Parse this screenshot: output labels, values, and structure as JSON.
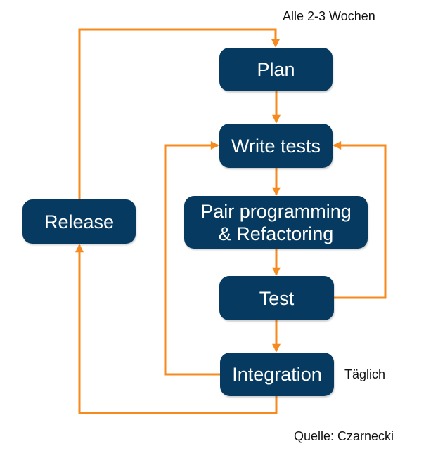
{
  "diagram": {
    "nodes": {
      "plan": {
        "label": "Plan"
      },
      "write_tests": {
        "label": "Write tests"
      },
      "pair_programming": {
        "line1": "Pair programming",
        "line2": "& Refactoring"
      },
      "test": {
        "label": "Test"
      },
      "integration": {
        "label": "Integration"
      },
      "release": {
        "label": "Release"
      }
    },
    "notes": {
      "cycle": "Alle 2-3 Wochen",
      "daily": "Täglich",
      "source": "Quelle: Czarnecki"
    },
    "edges": [
      {
        "from": "release",
        "to": "plan",
        "note": "Alle 2-3 Wochen"
      },
      {
        "from": "plan",
        "to": "write_tests"
      },
      {
        "from": "write_tests",
        "to": "pair_programming"
      },
      {
        "from": "pair_programming",
        "to": "test"
      },
      {
        "from": "test",
        "to": "integration"
      },
      {
        "from": "integration",
        "to": "write_tests",
        "note": "Täglich"
      },
      {
        "from": "test",
        "to": "write_tests"
      },
      {
        "from": "integration",
        "to": "release"
      }
    ],
    "colors": {
      "node_fill": "#073A60",
      "node_text": "#FFFFFF",
      "arrow": "#F68A1E",
      "note_text": "#111111",
      "background": "#FFFFFF"
    }
  }
}
